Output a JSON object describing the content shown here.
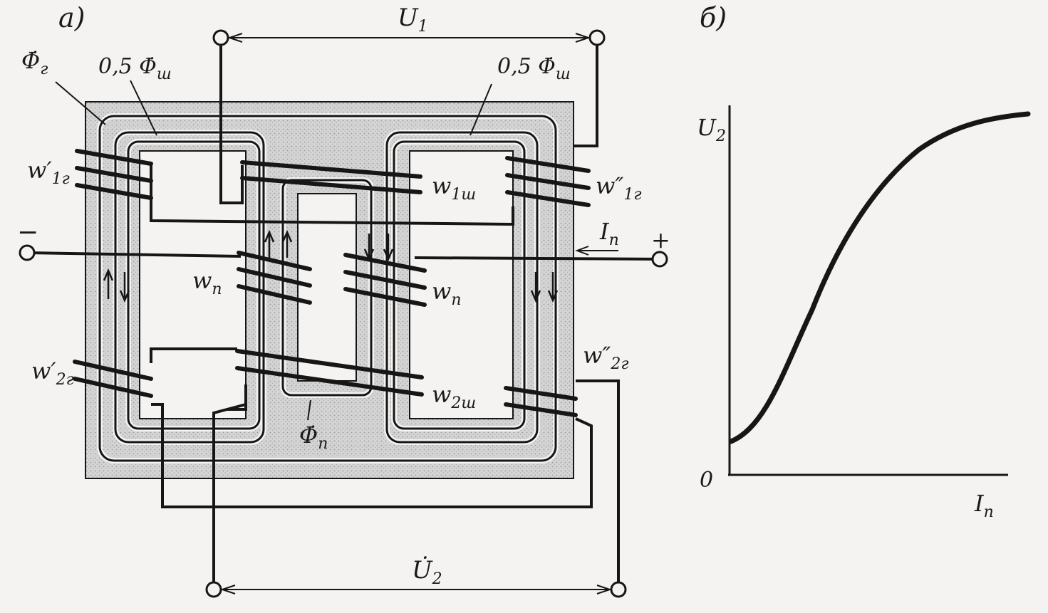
{
  "panel_a": {
    "tag": "а)",
    "U1": "U",
    "U1_sub": "1",
    "U2": "U̇",
    "U2_sub": "2",
    "phi_g": "Φ̇",
    "phi_g_sub": "г",
    "half_phi_left": "0,5 Φ̇",
    "half_phi_left_sub": "ш",
    "half_phi_right": "0,5 Φ̇",
    "half_phi_right_sub": "ш",
    "phi_p": "Φ̇",
    "phi_p_sub": "п",
    "w1g_left": "w′",
    "w1g_left_sub": "1г",
    "w1g_right": "w″",
    "w1g_right_sub": "1г",
    "w2g_left": "w′",
    "w2g_left_sub": "2г",
    "w2g_right": "w″",
    "w2g_right_sub": "2г",
    "w1sh": "w",
    "w1sh_sub": "1ш",
    "w2sh": "w",
    "w2sh_sub": "2ш",
    "wp_left": "w",
    "wp_left_sub": "п",
    "wp_right": "w",
    "wp_right_sub": "п",
    "minus": "−",
    "plus": "+",
    "Ip": "I",
    "Ip_sub": "п"
  },
  "panel_b": {
    "tag": "б)",
    "y_label": "U",
    "y_label_sub": "2",
    "x_label": "I",
    "x_label_sub": "п",
    "origin": "0"
  },
  "colors": {
    "ink": "#161616",
    "core": "#cfcfcf",
    "paper": "#f4f3f1"
  }
}
